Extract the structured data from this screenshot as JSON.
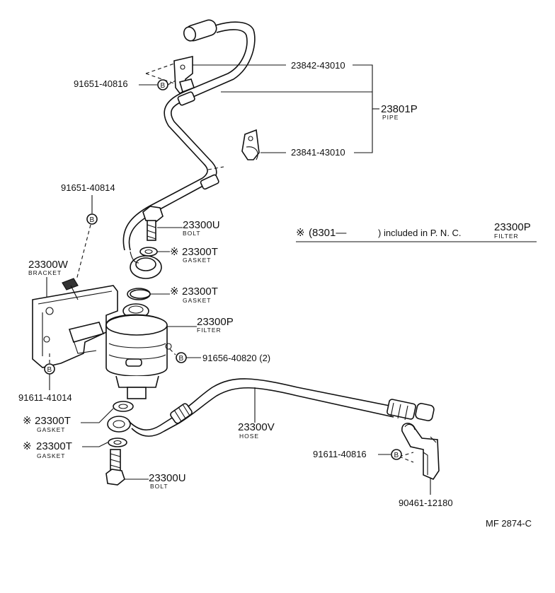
{
  "labels": {
    "pipe_clamp_upper": "23842-43010",
    "pipe_clamp_lower": "23841-43010",
    "pipe": "23801P",
    "pipe_sub": "PIPE",
    "bolt_upper_clamp": "91651-40816",
    "bolt_bracket": "91651-40814",
    "union_bolt_top": "23300U",
    "union_bolt_top_sub": "BOLT",
    "gasket_1": "23300T",
    "gasket_1_sub": "GASKET",
    "gasket_2": "23300T",
    "gasket_2_sub": "GASKET",
    "bracket": "23300W",
    "bracket_sub": "BRACKET",
    "filter": "23300P",
    "filter_sub": "FILTER",
    "filter_bolt": "91656-40820 (2)",
    "bracket_bolt": "91611-41014",
    "gasket_3": "23300T",
    "gasket_3_sub": "GASKET",
    "gasket_4": "23300T",
    "gasket_4_sub": "GASKET",
    "hose": "23300V",
    "hose_sub": "HOSE",
    "union_bolt_bottom": "23300U",
    "union_bolt_bottom_sub": "BOLT",
    "hose_clamp_bolt": "91611-40816",
    "hose_clamp": "90461-12180",
    "figure_code": "MF  2874-C"
  },
  "note": {
    "mark": "※",
    "prefix": "(8301—",
    "text": ") included in P. N. C.",
    "part": "23300P",
    "part_sub": "FILTER"
  },
  "symbols": {
    "asterisk": "※",
    "b_marker": "B"
  }
}
